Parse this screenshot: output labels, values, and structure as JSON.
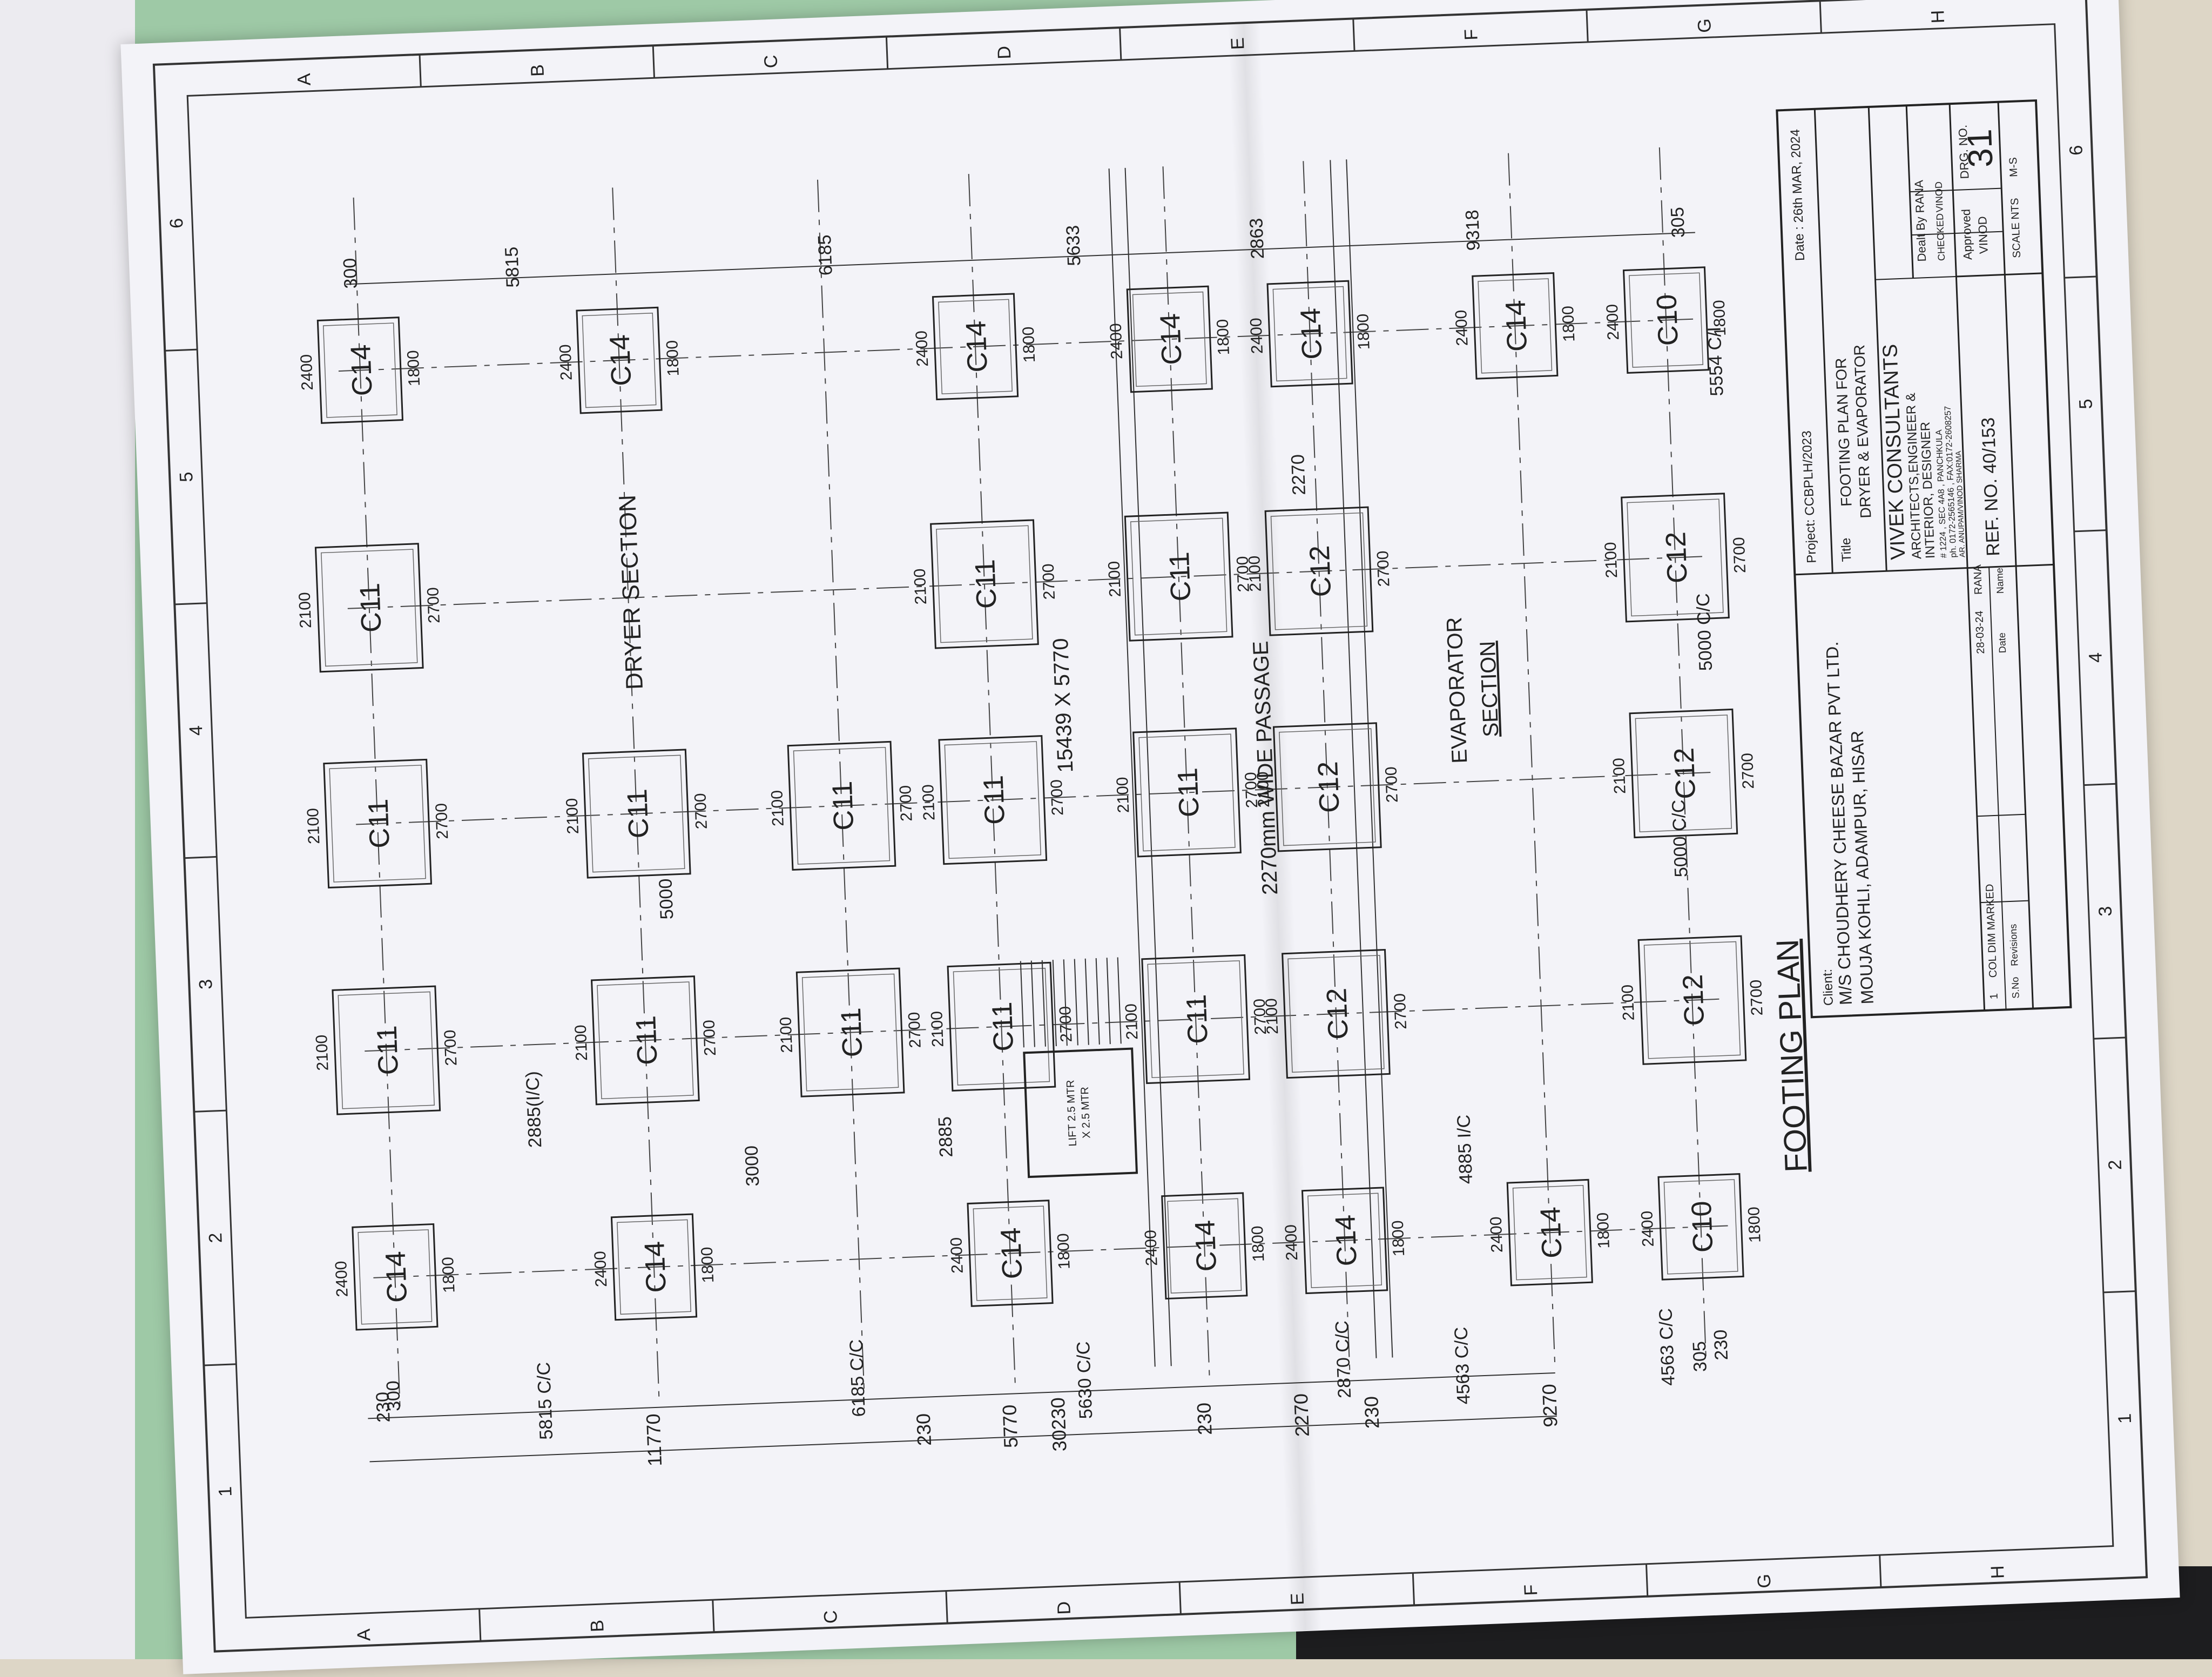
{
  "drawing": {
    "title": "FOOTING PLAN",
    "sections": {
      "dryer": "DRYER SECTION",
      "evaporator_line1": "EVAPORATOR",
      "evaporator_line2": "SECTION",
      "passage": "2270mm WIDE PASSAGE",
      "overall": "15439 X 5770",
      "lift_line1": "LIFT 2.5 MTR",
      "lift_line2": "X 2.5 MTR"
    },
    "grid_letters": [
      "A",
      "B",
      "C",
      "D",
      "E",
      "F",
      "G",
      "H"
    ],
    "grid_numbers": [
      "1",
      "2",
      "3",
      "4",
      "5",
      "6"
    ],
    "columns": [
      {
        "id": "C14",
        "row": 0,
        "col": 0
      },
      {
        "id": "C11",
        "row": 0,
        "col": 1
      },
      {
        "id": "C11",
        "row": 0,
        "col": 2
      },
      {
        "id": "C11",
        "row": 0,
        "col": 3
      },
      {
        "id": "C14",
        "row": 0,
        "col": 4
      },
      {
        "id": "C14",
        "row": 1,
        "col": 0
      },
      {
        "id": "C11",
        "row": 1,
        "col": 1
      },
      {
        "id": "C11",
        "row": 1,
        "col": 2
      },
      {
        "id": "C14",
        "row": 1,
        "col": 4
      },
      {
        "id": "C11",
        "row": 2,
        "col": 1
      },
      {
        "id": "C11",
        "row": 2,
        "col": 2
      },
      {
        "id": "C14",
        "row": 3,
        "col": 0
      },
      {
        "id": "C11",
        "row": 3,
        "col": 1
      },
      {
        "id": "C11",
        "row": 3,
        "col": 2
      },
      {
        "id": "C11",
        "row": 3,
        "col": 3
      },
      {
        "id": "C14",
        "row": 3,
        "col": 4
      },
      {
        "id": "C14",
        "row": 4,
        "col": 0
      },
      {
        "id": "C11",
        "row": 4,
        "col": 1
      },
      {
        "id": "C11",
        "row": 4,
        "col": 2
      },
      {
        "id": "C11",
        "row": 4,
        "col": 3
      },
      {
        "id": "C14",
        "row": 4,
        "col": 4
      },
      {
        "id": "C14",
        "row": 5,
        "col": 0
      },
      {
        "id": "C12",
        "row": 5,
        "col": 1
      },
      {
        "id": "C12",
        "row": 5,
        "col": 2
      },
      {
        "id": "C12",
        "row": 5,
        "col": 3
      },
      {
        "id": "C14",
        "row": 5,
        "col": 4
      },
      {
        "id": "C14",
        "row": 6,
        "col": 0
      },
      {
        "id": "C14",
        "row": 6,
        "col": 4
      },
      {
        "id": "C10",
        "row": 7,
        "col": 0
      },
      {
        "id": "C12",
        "row": 7,
        "col": 1
      },
      {
        "id": "C12",
        "row": 7,
        "col": 2
      },
      {
        "id": "C12",
        "row": 7,
        "col": 3
      },
      {
        "id": "C10",
        "row": 7,
        "col": 4
      }
    ],
    "footing_dims": [
      "2400",
      "1800",
      "2100",
      "2700"
    ],
    "left_dims": [
      "230",
      "300",
      "5815 C/C",
      "6185 C/C",
      "5630 C/C",
      "2870 C/C",
      "4563 C/C",
      "4563 C/C",
      "305",
      "230"
    ],
    "left_totals": [
      "30230",
      "11770",
      "5770",
      "230",
      "230",
      "2270",
      "230",
      "9270"
    ],
    "right_dims": [
      "300",
      "5815",
      "6185",
      "5633",
      "2863",
      "9318",
      "305"
    ],
    "span_dims": [
      "2885(I/C)",
      "3000",
      "2885",
      "5000",
      "4885 I/C",
      "5000 C/C",
      "5000 C/C",
      "5554 C/I",
      "2270"
    ]
  },
  "title_block": {
    "project": "Project: CCBPLH/2023",
    "date": "Date : 26th MAR, 2024",
    "title_label": "Title",
    "title_line1": "FOOTING PLAN FOR",
    "title_line2": "DRYER & EVAPORATOR",
    "client_label": "Client:",
    "client_line1": "M/S CHOUDHERY CHEESE BAZAR PVT LTD.",
    "client_line2": "MOUJA KOHLI, ADAMPUR, HISAR",
    "consultant": "VIVEK CONSULTANTS",
    "consultant_line1": "ARCHITECTS,ENGINEER &",
    "consultant_line2": "INTERIOR, DESIGNER",
    "consultant_line3": "# 1224 , SEC 4A8 , PANCHKULA",
    "consultant_line4": "ph. 0172-2565146 , FAX:0172-2608257",
    "consultant_line5": "AR. ANUPAM/VINOD SHARMA",
    "dealt_by_label": "Dealt By",
    "dealt_by": "RANA",
    "checked_label": "CHECKED",
    "checked": "VINOD",
    "approved_label": "Approved",
    "approved": "VINOD",
    "drg_no_label": "DRG. NO.",
    "drg_no": "31",
    "scale_label": "SCALE NTS",
    "scale": "M-S",
    "ref": "REF. NO. 40/153",
    "revision_no": "1",
    "revision_text": "COL DIM MARKED",
    "revision_date": "28-03-24",
    "revision_name": "RANA",
    "rev_headers": [
      "S.No",
      "Revisions",
      "Date",
      "Name"
    ]
  }
}
